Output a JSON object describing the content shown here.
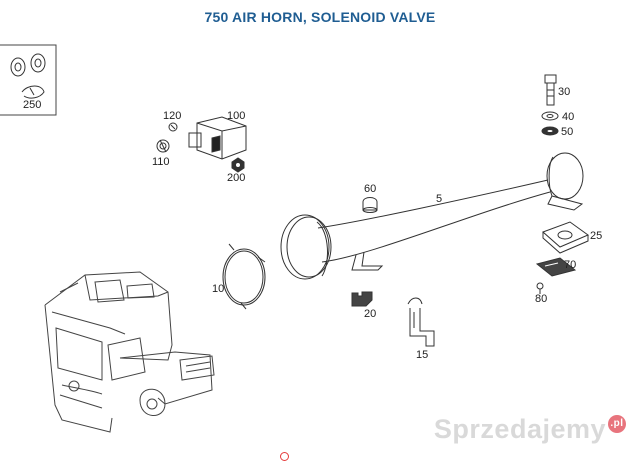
{
  "title": "750 AIR HORN, SOLENOID VALVE",
  "watermark": {
    "text": "Sprzedajemy",
    "badge": ".pl"
  },
  "parts": [
    {
      "id": "p250",
      "label": "250"
    },
    {
      "id": "p120",
      "label": "120"
    },
    {
      "id": "p100",
      "label": "100"
    },
    {
      "id": "p110",
      "label": "110"
    },
    {
      "id": "p200",
      "label": "200"
    },
    {
      "id": "p30",
      "label": "30"
    },
    {
      "id": "p40",
      "label": "40"
    },
    {
      "id": "p50",
      "label": "50"
    },
    {
      "id": "p60",
      "label": "60"
    },
    {
      "id": "p5",
      "label": "5"
    },
    {
      "id": "p25",
      "label": "25"
    },
    {
      "id": "p70",
      "label": "70"
    },
    {
      "id": "p80",
      "label": "80"
    },
    {
      "id": "p10",
      "label": "10"
    },
    {
      "id": "p20",
      "label": "20"
    },
    {
      "id": "p15",
      "label": "15"
    }
  ]
}
